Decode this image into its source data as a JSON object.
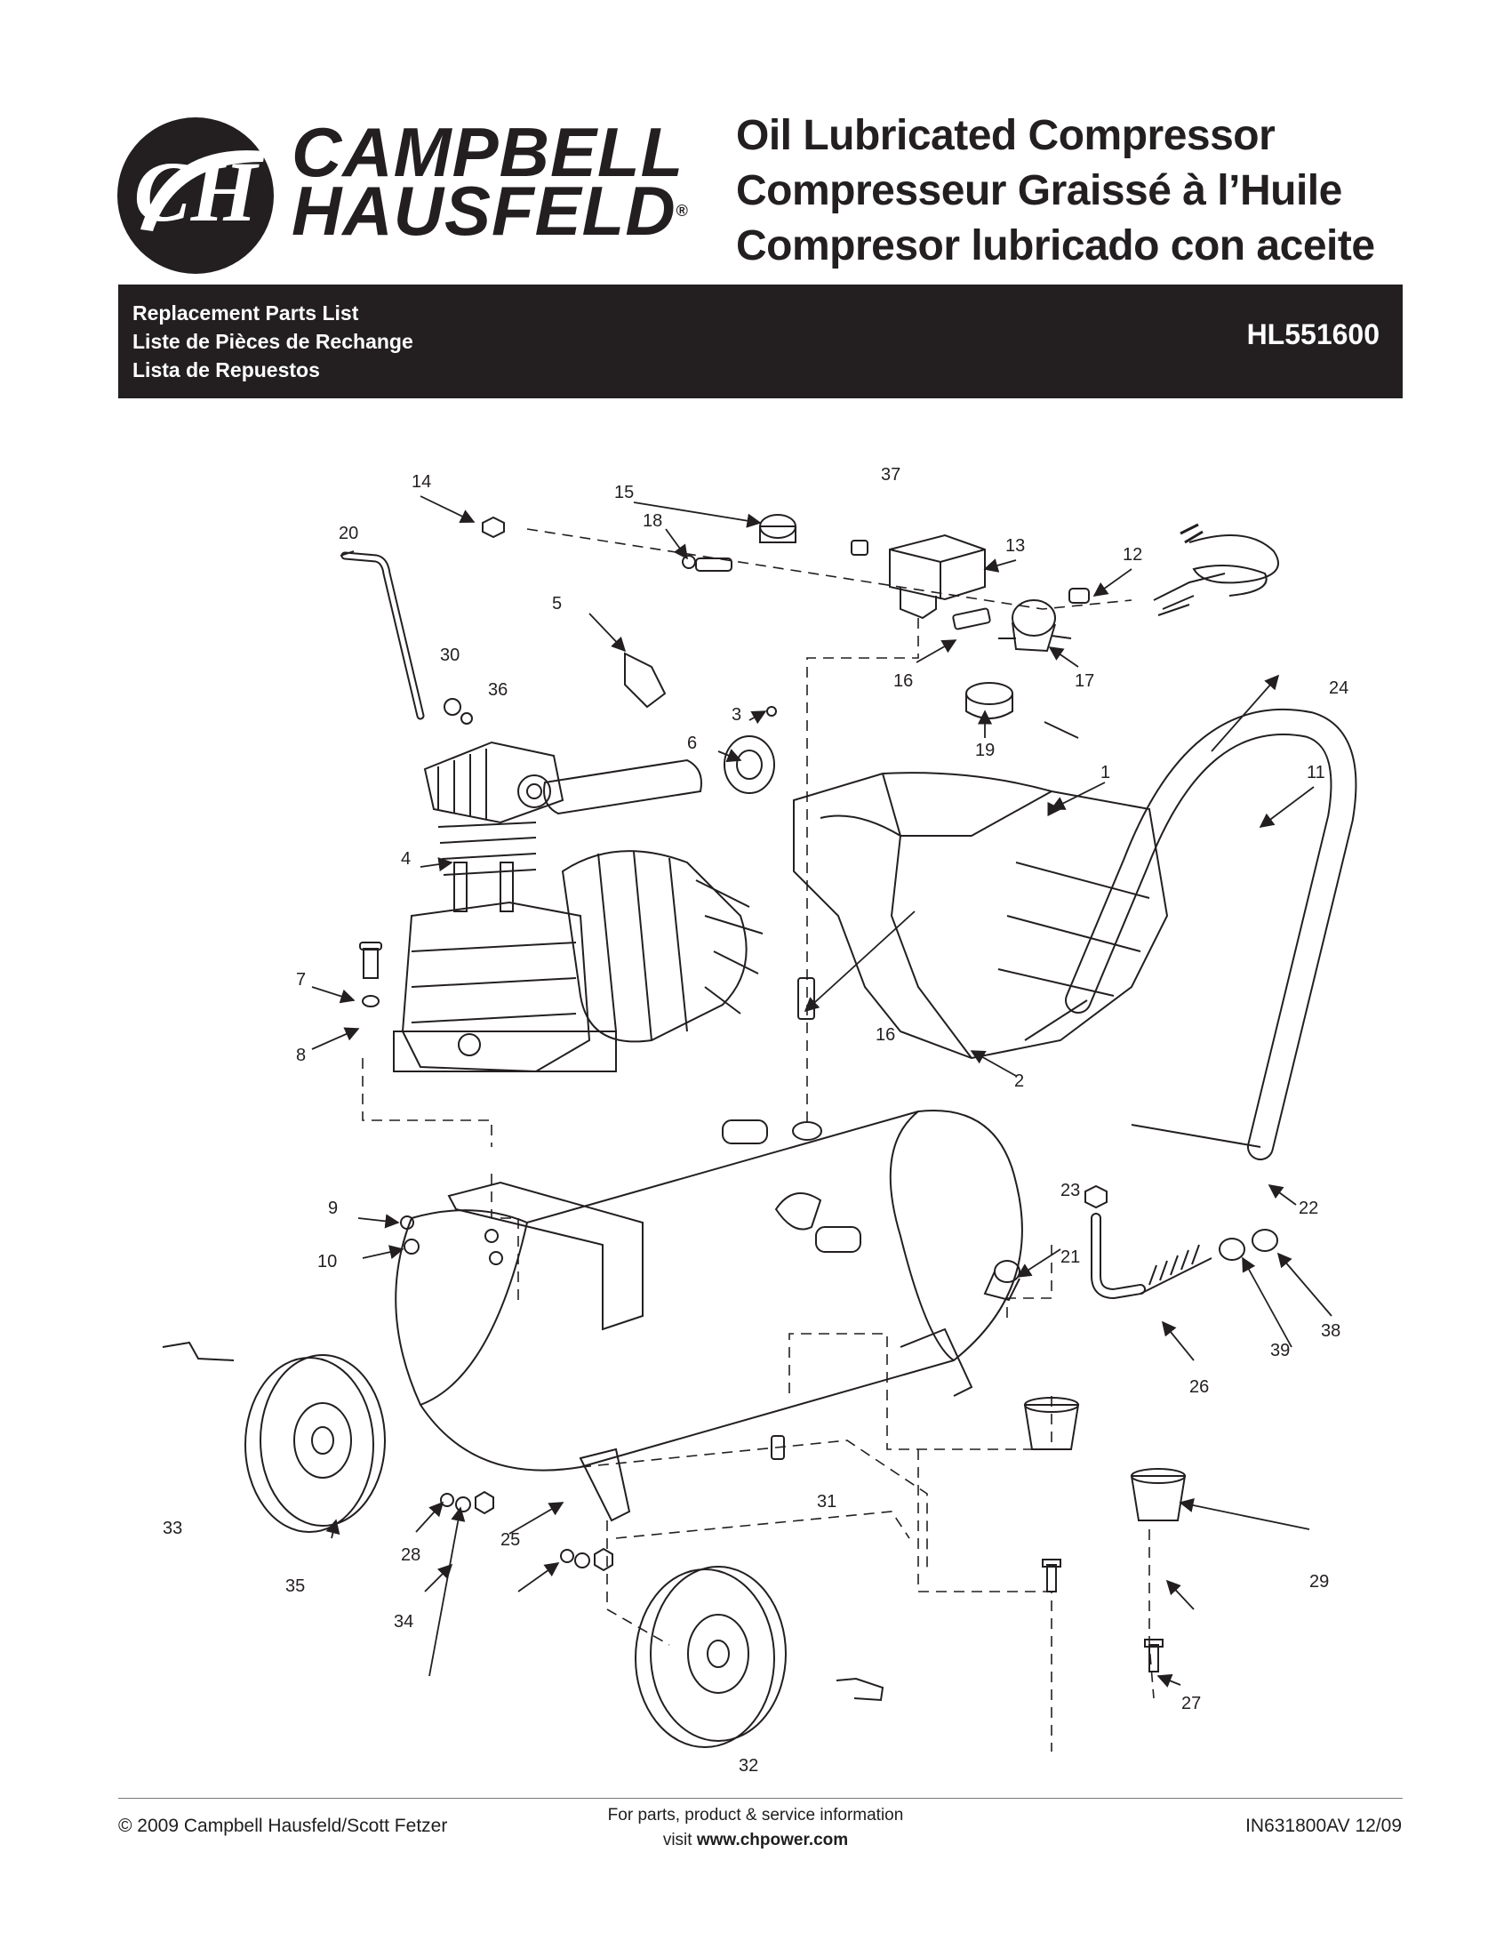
{
  "header": {
    "logo_line1": "CAMPBELL",
    "logo_line2": "HAUSFELD",
    "logo_reg": "®",
    "logo_monogram": "CH",
    "titles": [
      "Oil Lubricated Compressor",
      "Compresseur Graissé à l’Huile",
      "Compresor lubricado con aceite"
    ]
  },
  "band": {
    "list_titles": [
      "Replacement Parts List",
      "Liste de Pièces de Rechange",
      "Lista de Repuestos"
    ],
    "model": "HL551600"
  },
  "diagram": {
    "callouts": [
      "1",
      "2",
      "3",
      "4",
      "5",
      "6",
      "7",
      "8",
      "9",
      "10",
      "11",
      "12",
      "13",
      "14",
      "15",
      "16",
      "16",
      "17",
      "18",
      "19",
      "20",
      "21",
      "22",
      "23",
      "24",
      "25",
      "26",
      "27",
      "28",
      "29",
      "30",
      "31",
      "32",
      "33",
      "34",
      "35",
      "36",
      "37",
      "38",
      "39"
    ]
  },
  "footer": {
    "copyright": "© 2009 Campbell Hausfeld/Scott Fetzer",
    "service_line": "For parts, product & service information",
    "visit_label": "visit ",
    "website": "www.chpower.com",
    "doc_code": "IN631800AV 12/09"
  },
  "colors": {
    "ink": "#231f20",
    "band": "#231f20",
    "paper": "#ffffff"
  }
}
